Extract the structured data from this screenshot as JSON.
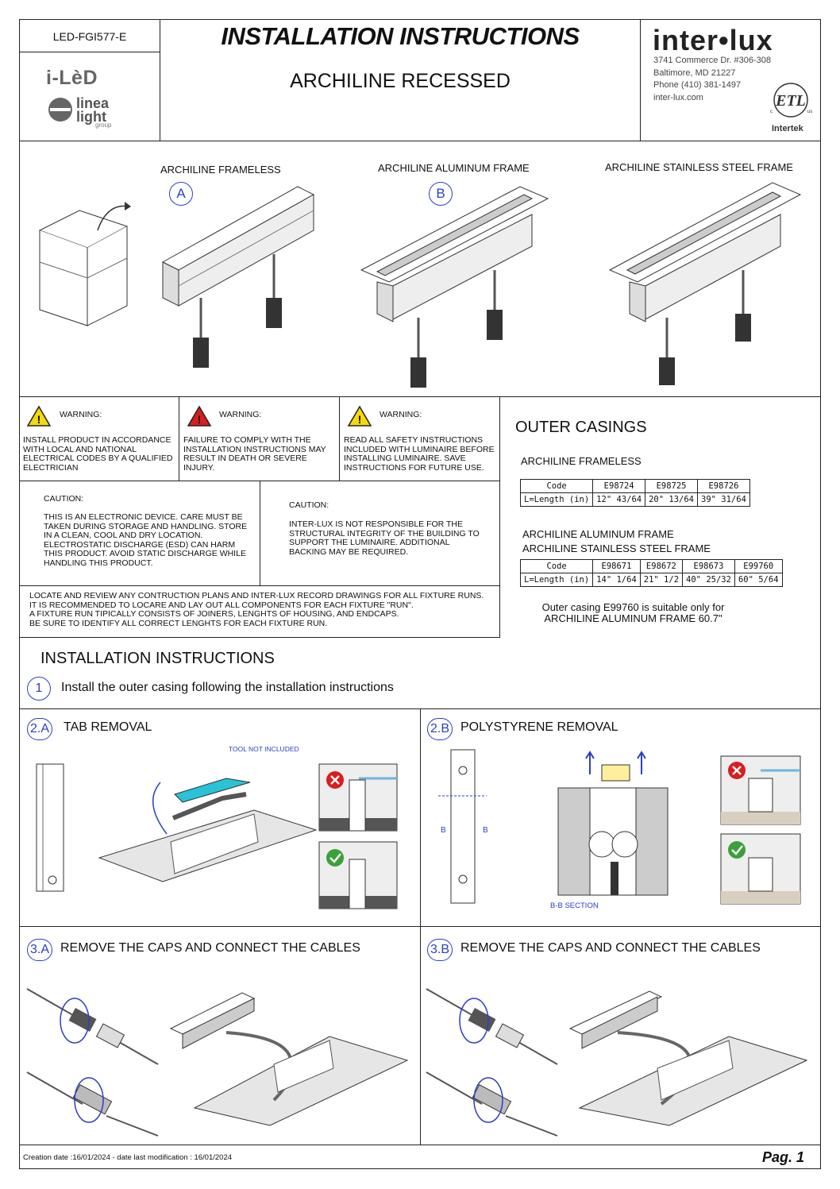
{
  "header": {
    "doc_code": "LED-FGI577-E",
    "title": "INSTALLATION INSTRUCTIONS",
    "subtitle": "ARCHILINE RECESSED",
    "brand_iled": "i-LèD",
    "brand_linea": "linea light",
    "brand_linea_group": "group",
    "interlux_logo": "inter•lux",
    "address_line1": "3741 Commerce Dr. #306-308",
    "address_line2": "Baltimore, MD 21227",
    "phone": "Phone (410) 381-1497",
    "website": "inter-lux.com",
    "cert_label": "Intertek"
  },
  "products": {
    "frameless_label": "ARCHILINE FRAMELESS",
    "frameless_marker": "A",
    "aluminum_label": "ARCHILINE ALUMINUM FRAME",
    "aluminum_marker": "B",
    "stainless_label": "ARCHILINE STAINLESS STEEL FRAME"
  },
  "warnings": [
    {
      "heading": "WARNING:",
      "text": "INSTALL PRODUCT IN ACCORDANCE WITH LOCAL AND NATIONAL ELECTRICAL CODES BY A QUALIFIED ELECTRICIAN",
      "color": "#f5d90a"
    },
    {
      "heading": "WARNING:",
      "text": "FAILURE TO COMPLY WITH THE INSTALLATION INSTRUCTIONS MAY RESULT IN DEATH OR SEVERE INJURY.",
      "color": "#d81e1e"
    },
    {
      "heading": "WARNING:",
      "text": "READ ALL SAFETY INSTRUCTIONS INCLUDED WITH LUMINAIRE BEFORE INSTALLING LUMINAIRE. SAVE INSTRUCTIONS FOR FUTURE USE.",
      "color": "#f5d90a"
    }
  ],
  "cautions": [
    {
      "heading": "CAUTION:",
      "text": "THIS IS AN ELECTRONIC DEVICE. CARE MUST BE TAKEN DURING STORAGE AND HANDLING. STORE IN A CLEAN, COOL AND DRY LOCATION. ELECTROSTATIC DISCHARGE (ESD) CAN HARM THIS PRODUCT. AVOID STATIC DISCHARGE WHILE HANDLING THIS PRODUCT."
    },
    {
      "heading": "CAUTION:",
      "text": "INTER-LUX IS NOT RESPONSIBLE FOR THE STRUCTURAL INTEGRITY OF THE BUILDING TO SUPPORT THE LUMINAIRE. ADDITIONAL BACKING MAY BE REQUIRED."
    }
  ],
  "locate_note": [
    "LOCATE AND REVIEW ANY CONTRUCTION PLANS AND INTER-LUX RECORD DRAWINGS FOR ALL FIXTURE RUNS.",
    "IT IS RECOMMENDED TO LOCARE AND LAY OUT ALL COMPONENTS FOR EACH FIXTURE \"RUN\".",
    "A FIXTURE RUN TIPICALLY CONSISTS OF JOINERS, LENGHTS OF HOUSING, AND ENDCAPS.",
    "BE SURE TO IDENTIFY ALL CORRECT LENGHTS FOR EACH FIXTURE RUN."
  ],
  "outer_casings": {
    "title": "OUTER CASINGS",
    "frameless_title": "ARCHILINE FRAMELESS",
    "table1": {
      "rows": [
        [
          "Code",
          "E98724",
          "E98725",
          "E98726"
        ],
        [
          "L=Length (in)",
          "12\" 43/64",
          "20\" 13/64",
          "39\" 31/64"
        ]
      ]
    },
    "framed_title1": "ARCHILINE ALUMINUM FRAME",
    "framed_title2": "ARCHILINE STAINLESS STEEL FRAME",
    "table2": {
      "rows": [
        [
          "Code",
          "E98671",
          "E98672",
          "E98673",
          "E99760"
        ],
        [
          "L=Length (in)",
          "14\" 1/64",
          "21\" 1/2",
          "40\" 25/32",
          "60\" 5/64"
        ]
      ]
    },
    "note_line1": "Outer casing E99760 is suitable only for",
    "note_line2": "ARCHILINE ALUMINUM FRAME 60.7\""
  },
  "instructions": {
    "title": "INSTALLATION INSTRUCTIONS",
    "step1_num": "1",
    "step1_text": "Install the outer casing following the installation instructions",
    "step2a_num": "2.A",
    "step2a_title": "TAB REMOVAL",
    "tool_note": "TOOL NOT INCLUDED",
    "step2b_num": "2.B",
    "step2b_title": "POLYSTYRENE REMOVAL",
    "section_label_b": "B",
    "section_caption": "B-B SECTION",
    "step3a_num": "3.A",
    "step3a_title": "REMOVE THE CAPS AND CONNECT THE CABLES",
    "step3b_num": "3.B",
    "step3b_title": "REMOVE THE CAPS AND CONNECT THE CABLES"
  },
  "footer": {
    "dates": "Creation date :16/01/2024 - date last modification : 16/01/2024",
    "page": "Pag. 1"
  },
  "icons": [
    "warning-triangle-icon",
    "check-icon",
    "cross-icon",
    "arrow-up-icon",
    "rotation-arrow-icon"
  ],
  "colors": {
    "accent_blue": "#2b3fc4",
    "cyan": "#29c2d6",
    "ok_green": "#3aa13a",
    "error_red": "#d81e1e",
    "orange": "#e8a22a"
  }
}
